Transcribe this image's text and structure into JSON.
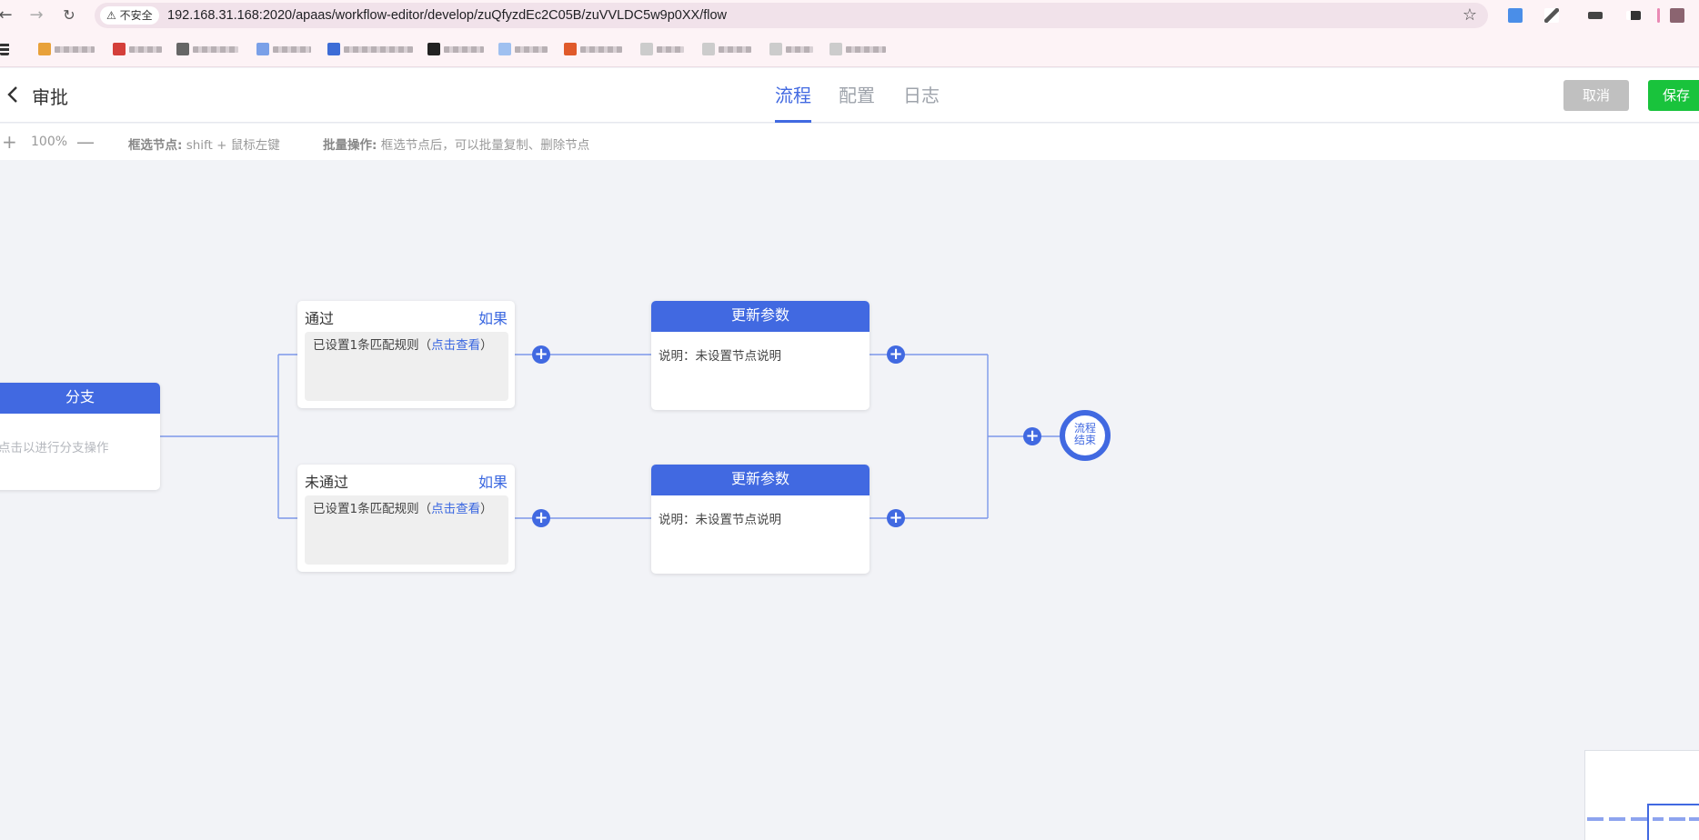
{
  "browser": {
    "security_label": "不安全",
    "url": "192.168.31.168:2020/apaas/workflow-editor/develop/zuQfyzdEc2C05B/zuVVLDC5w9p0XX/flow"
  },
  "header": {
    "back_icon": "chevron-left-icon",
    "title": "审批",
    "tabs": [
      {
        "label": "流程",
        "active": true
      },
      {
        "label": "配置",
        "active": false
      },
      {
        "label": "日志",
        "active": false
      }
    ],
    "cancel_label": "取消",
    "save_label": "保存"
  },
  "toolbar": {
    "zoom_in_icon": "plus-icon",
    "zoom_level": "100%",
    "zoom_out_icon": "minus-icon",
    "tip1_label": "框选节点:",
    "tip1_text": " shift + 鼠标左键",
    "tip2_label": "批量操作:",
    "tip2_text": " 框选节点后，可以批量复制、删除节点"
  },
  "flow": {
    "branch_node": {
      "title": "分支",
      "hint": "点击以进行分支操作"
    },
    "conditions": [
      {
        "title": "通过",
        "if_label": "如果",
        "rule_prefix": "已设置1条匹配规则（",
        "rule_link": "点击查看",
        "rule_suffix": "）"
      },
      {
        "title": "未通过",
        "if_label": "如果",
        "rule_prefix": "已设置1条匹配规则（",
        "rule_link": "点击查看",
        "rule_suffix": "）"
      }
    ],
    "update_nodes": [
      {
        "title": "更新参数",
        "desc": "说明：未设置节点说明"
      },
      {
        "title": "更新参数",
        "desc": "说明：未设置节点说明"
      }
    ],
    "end_node": {
      "line1": "流程",
      "line2": "结束"
    },
    "add_icon": "plus-circle-icon"
  },
  "colors": {
    "accent": "#4169e1",
    "save": "#19c33c",
    "cancel": "#c0c0c0"
  }
}
